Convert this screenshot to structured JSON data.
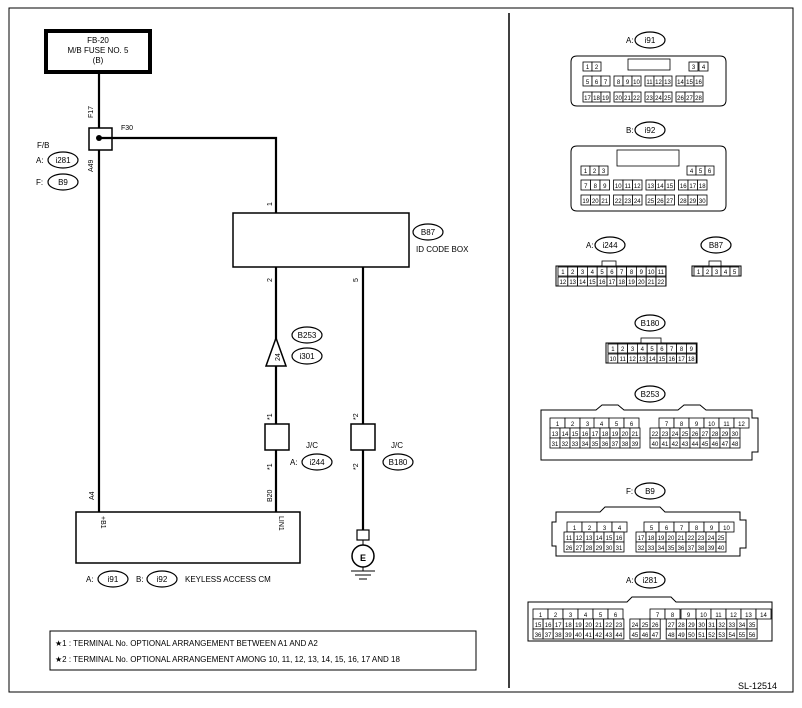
{
  "fuse": {
    "line1": "FB-20",
    "line2": "M/B FUSE NO. 5",
    "line3": "(B)"
  },
  "fb": {
    "title": "F/B",
    "a_prefix": "A:",
    "a_conn": "i281",
    "f_prefix": "F:",
    "f_conn": "B9",
    "pin_f17": "F17",
    "pin_f30": "F30",
    "pin_a49": "A49"
  },
  "idcode": {
    "conn": "B87",
    "label": "ID CODE BOX",
    "pin1": "1",
    "pin2": "2",
    "pin5": "5"
  },
  "inline": {
    "conn1": "B253",
    "conn2": "i301",
    "pin": "24"
  },
  "jc1": {
    "title": "J/C",
    "prefix": "A:",
    "conn": "i244",
    "mark_top": "*1",
    "mark_bot": "*1"
  },
  "jc2": {
    "title": "J/C",
    "conn": "B180",
    "mark_top": "*2",
    "mark_bot": "*2"
  },
  "keyless": {
    "a_prefix": "A:",
    "a_conn": "i91",
    "b_prefix": "B:",
    "b_conn": "i92",
    "label": "KEYLESS ACCESS CM",
    "pin_a4": "A4",
    "pin_b20": "B20",
    "term_b": "+B1",
    "term_lin": "LIN1"
  },
  "ground": {
    "label": "E"
  },
  "notes": [
    "★1  : TERMINAL No. OPTIONAL ARRANGEMENT BETWEEN A1 AND A2",
    "★2  : TERMINAL No. OPTIONAL ARRANGEMENT  AMONG 10, 11, 12, 13, 14, 15, 16, 17 AND 18"
  ],
  "connectors": {
    "i91": {
      "prefix": "A:",
      "name": "i91",
      "rows": [
        [
          "1",
          "2",
          "",
          "",
          "",
          "3",
          "4"
        ],
        [
          "5",
          "6",
          "7",
          "8",
          "9",
          "10",
          "11",
          "12",
          "13",
          "14",
          "15",
          "16"
        ],
        [
          "17",
          "18",
          "19",
          "20",
          "21",
          "22",
          "23",
          "24",
          "25",
          "26",
          "27",
          "28"
        ]
      ]
    },
    "i92": {
      "prefix": "B:",
      "name": "i92",
      "rows": [
        [
          "1",
          "2",
          "3",
          "4",
          "5",
          "6"
        ],
        [
          "7",
          "8",
          "9",
          "10",
          "11",
          "12",
          "13",
          "14",
          "15",
          "16",
          "17",
          "18"
        ],
        [
          "19",
          "20",
          "21",
          "22",
          "23",
          "24",
          "25",
          "26",
          "27",
          "28",
          "29",
          "30"
        ]
      ]
    },
    "i244": {
      "prefix": "A:",
      "name": "i244",
      "rows": [
        [
          "1",
          "2",
          "3",
          "4",
          "5",
          "6",
          "7",
          "8",
          "9",
          "10",
          "11"
        ],
        [
          "12",
          "13",
          "14",
          "15",
          "16",
          "17",
          "18",
          "19",
          "20",
          "21",
          "22"
        ]
      ]
    },
    "B87": {
      "name": "B87",
      "rows": [
        [
          "1",
          "2",
          "3",
          "4",
          "5"
        ]
      ]
    },
    "B180": {
      "name": "B180",
      "rows": [
        [
          "1",
          "2",
          "3",
          "4",
          "5",
          "6",
          "7",
          "8",
          "9"
        ],
        [
          "10",
          "11",
          "12",
          "13",
          "14",
          "15",
          "16",
          "17",
          "18"
        ]
      ]
    },
    "B253": {
      "name": "B253",
      "rows": [
        [
          "1",
          "2",
          "3",
          "4",
          "5",
          "6",
          "7",
          "8",
          "9",
          "10",
          "11",
          "12"
        ],
        [
          "13",
          "14",
          "15",
          "16",
          "17",
          "18",
          "19",
          "20",
          "21",
          "22",
          "23",
          "24",
          "25",
          "26",
          "27",
          "28",
          "29",
          "30"
        ],
        [
          "31",
          "32",
          "33",
          "34",
          "35",
          "36",
          "37",
          "38",
          "39",
          "40",
          "41",
          "42",
          "43",
          "44",
          "45",
          "46",
          "47",
          "48"
        ]
      ]
    },
    "B9": {
      "prefix": "F:",
      "name": "B9",
      "rows": [
        [
          "1",
          "2",
          "3",
          "4",
          "5",
          "6",
          "7",
          "8",
          "9",
          "10"
        ],
        [
          "11",
          "12",
          "13",
          "14",
          "15",
          "16",
          "17",
          "18",
          "19",
          "20",
          "21",
          "22",
          "23",
          "24",
          "25"
        ],
        [
          "26",
          "27",
          "28",
          "29",
          "30",
          "31",
          "32",
          "33",
          "34",
          "35",
          "36",
          "37",
          "38",
          "39",
          "40"
        ]
      ]
    },
    "i281": {
      "prefix": "A:",
      "name": "i281",
      "rows": [
        [
          "1",
          "2",
          "3",
          "4",
          "5",
          "6",
          "7",
          "8",
          "9",
          "10",
          "11",
          "12",
          "13",
          "14"
        ],
        [
          "15",
          "16",
          "17",
          "18",
          "19",
          "20",
          "21",
          "22",
          "23",
          "24",
          "25",
          "26",
          "27",
          "28",
          "29",
          "30",
          "31",
          "32",
          "33",
          "34",
          "35"
        ],
        [
          "36",
          "37",
          "38",
          "39",
          "40",
          "41",
          "42",
          "43",
          "44",
          "45",
          "46",
          "47",
          "48",
          "49",
          "50",
          "51",
          "52",
          "53",
          "54",
          "55",
          "56"
        ]
      ]
    }
  },
  "figure_id": "SL-12514"
}
